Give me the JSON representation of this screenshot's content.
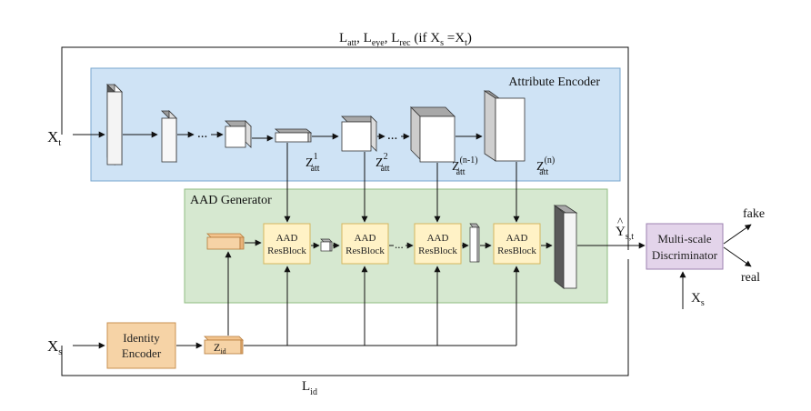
{
  "loss_top": {
    "main": "L",
    "parts": [
      "att",
      ", L",
      "eye",
      ", L",
      "rec",
      " (if X",
      "s",
      " =X",
      "t",
      ")"
    ]
  },
  "loss_bottom": {
    "main": "L",
    "sub": "id"
  },
  "attribute_encoder": {
    "title": "Attribute Encoder",
    "ellipsis": "..."
  },
  "aad_generator": {
    "title": "AAD Generator",
    "ellipsis": "..."
  },
  "resblock": {
    "line1": "AAD",
    "line2": "ResBlock"
  },
  "identity_encoder": {
    "line1": "Identity",
    "line2": "Encoder"
  },
  "z_id": {
    "main": "Z",
    "sub": "id"
  },
  "inputs": {
    "xt": {
      "main": "X",
      "sub": "t"
    },
    "xs": {
      "main": "X",
      "sub": "s"
    },
    "xs_disc": {
      "main": "X",
      "sub": "s"
    }
  },
  "z_att": [
    {
      "main": "Z",
      "sub": "att",
      "sup": "1"
    },
    {
      "main": "Z",
      "sub": "att",
      "sup": "2"
    },
    {
      "main": "Z",
      "sub": "att",
      "sup": "(n-1)"
    },
    {
      "main": "Z",
      "sub": "att",
      "sup": "(n)"
    }
  ],
  "output": {
    "hat": "^",
    "main": "Y",
    "sub": "s,t"
  },
  "discriminator": {
    "line1": "Multi-scale",
    "line2": "Discriminator"
  },
  "outcomes": {
    "fake": "fake",
    "real": "real"
  },
  "colors": {
    "encoder_fill": "#cfe3f5",
    "encoder_stroke": "#7aa7cf",
    "generator_fill": "#d6e8d0",
    "generator_stroke": "#8fbc80",
    "resblock_fill": "#fff2c6",
    "resblock_stroke": "#d6b65e",
    "identity_fill": "#f6d3a6",
    "identity_stroke": "#c99250",
    "disc_fill": "#e3d4ea",
    "disc_stroke": "#9d82b0"
  }
}
